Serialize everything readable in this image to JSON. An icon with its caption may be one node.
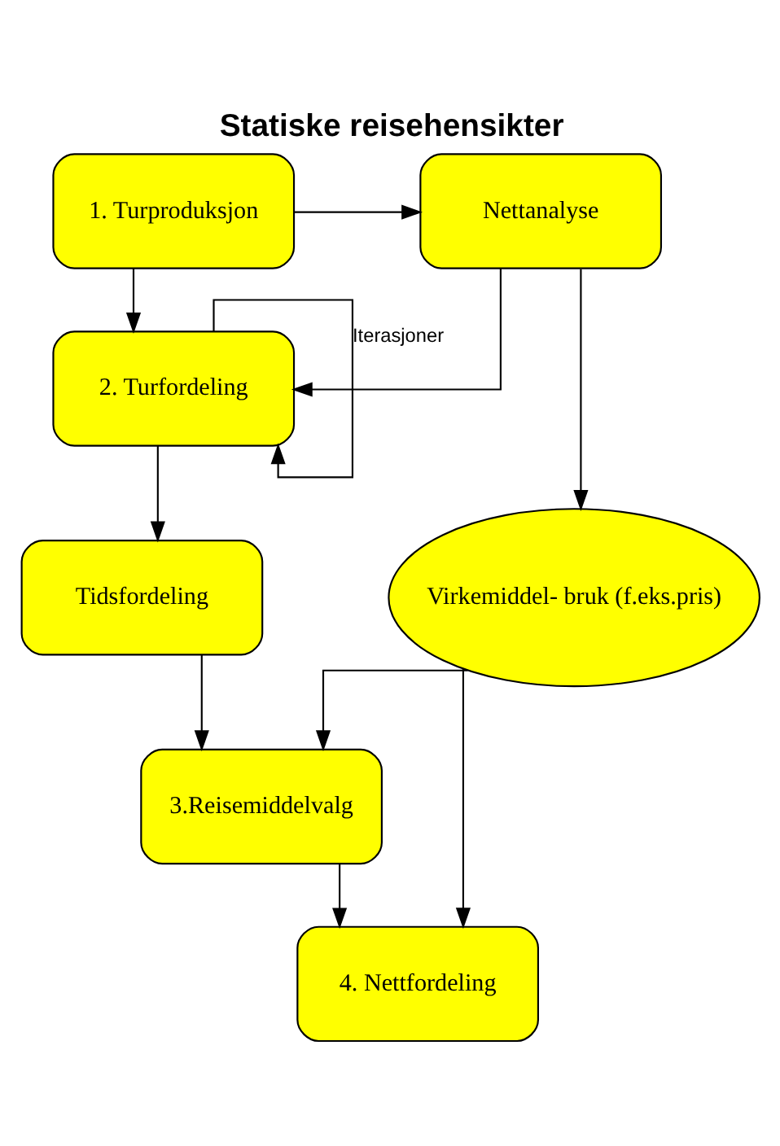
{
  "diagram": {
    "title": "Statiske reisehensikter",
    "nodes": [
      {
        "text": [
          "1. Turproduksjon"
        ]
      },
      {
        "text": [
          "Nettanalyse"
        ]
      },
      {
        "text": [
          "2. Turfordeling"
        ]
      },
      {
        "text": [
          "Tidsfordeling"
        ]
      },
      {
        "text": [
          "Virkemiddel- bruk (f.eks.pris)"
        ]
      },
      {
        "text": [
          "3.Reisemiddelvalg"
        ]
      },
      {
        "text": [
          "4. Nettfordeling"
        ]
      }
    ],
    "edges": [
      {
        "from": 0,
        "to": 1,
        "arrow": "to"
      },
      {
        "from": 0,
        "to": 2,
        "arrow": "to"
      },
      {
        "from": 1,
        "to": 2,
        "arrow": "to"
      },
      {
        "from": 2,
        "to": 2,
        "arrow": "to",
        "label": "Iterasjoner"
      },
      {
        "from": 1,
        "to": 4,
        "arrow": "to"
      },
      {
        "from": 2,
        "to": 3,
        "arrow": "to"
      },
      {
        "from": 3,
        "to": 5,
        "arrow": "to"
      },
      {
        "from": 4,
        "to": 5,
        "arrow": "to"
      },
      {
        "from": 5,
        "to": 6,
        "arrow": "to"
      },
      {
        "from": 4,
        "to": 6,
        "arrow": "to"
      }
    ]
  }
}
